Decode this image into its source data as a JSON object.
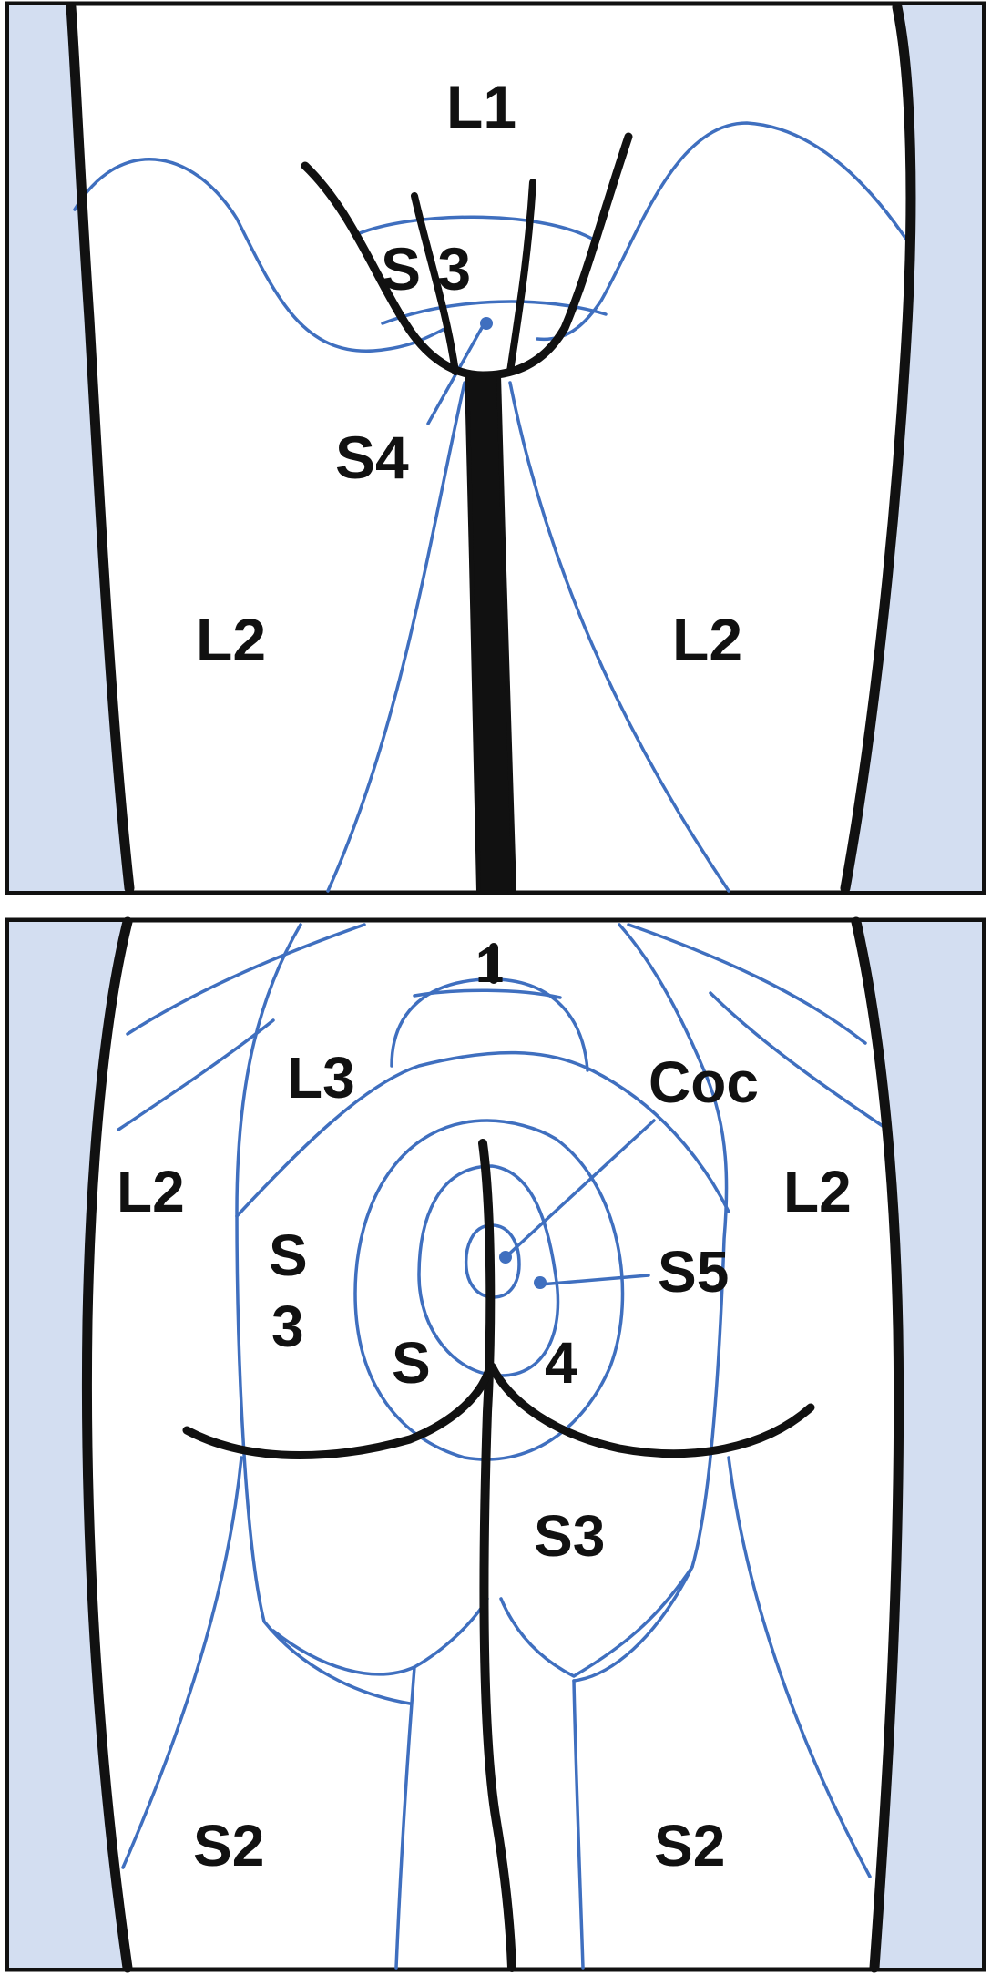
{
  "figure": {
    "colors": {
      "background": "#ffffff",
      "skin_shade": "#d3def1",
      "outline": "#111111",
      "dermatome_line": "#3f6fbf"
    },
    "top_panel": {
      "labels": {
        "l1": "L1",
        "s3": "S 3",
        "s4": "S4",
        "l2_left": "L2",
        "l2_right": "L2"
      }
    },
    "bottom_panel": {
      "labels": {
        "one": "1",
        "l3": "L3",
        "coc": "Coc",
        "l2_left": "L2",
        "l2_right": "L2",
        "s3_left_s": "S",
        "s3_left_3": "3",
        "s5": "S5",
        "s4_s": "S",
        "s4_4": "4",
        "s3_center": "S3",
        "s2_left": "S2",
        "s2_right": "S2"
      }
    }
  }
}
